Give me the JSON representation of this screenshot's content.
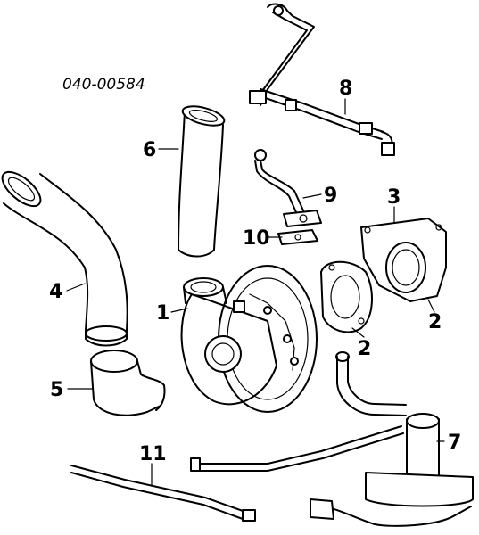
{
  "diagram": {
    "reference_code": "040-00584",
    "callouts": [
      {
        "id": "c1",
        "label": "1"
      },
      {
        "id": "c2a",
        "label": "2"
      },
      {
        "id": "c2b",
        "label": "2"
      },
      {
        "id": "c3",
        "label": "3"
      },
      {
        "id": "c4",
        "label": "4"
      },
      {
        "id": "c5",
        "label": "5"
      },
      {
        "id": "c6",
        "label": "6"
      },
      {
        "id": "c7",
        "label": "7"
      },
      {
        "id": "c8",
        "label": "8"
      },
      {
        "id": "c9",
        "label": "9"
      },
      {
        "id": "c10",
        "label": "10"
      },
      {
        "id": "c11",
        "label": "11"
      }
    ]
  }
}
